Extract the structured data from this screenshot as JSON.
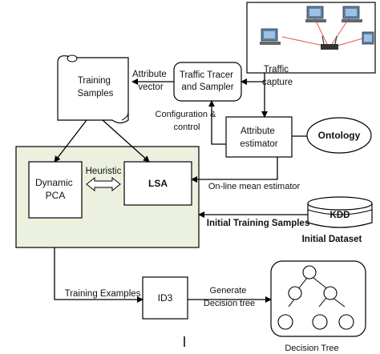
{
  "nodes": {
    "training_samples": "Training\nSamples",
    "traffic_tracer": "Traffic Tracer\nand Sampler",
    "attribute_estimator": "Attribute\nestimator",
    "ontology": "Ontology",
    "dynamic_pca": "Dynamic\nPCA",
    "lsa": "LSA",
    "kdd": "KDD",
    "id3": "ID3"
  },
  "edge_labels": {
    "attribute_vector": "Attribute\nvector",
    "traffic_capture": "Traffic\ncapture",
    "config_control": "Configuration &\ncontrol",
    "heuristic": "Heuristic",
    "online_mean": "On-line mean estimator",
    "initial_training": "Initial Training Samples",
    "training_examples": "Training Examples",
    "generate_tree": "Generate\nDecision tree"
  },
  "captions": {
    "initial_dataset": "Initial Dataset",
    "decision_tree": "Decision Tree"
  },
  "colors": {
    "panel_fill": "#ebf1de",
    "line": "#000000",
    "network_link": "#e05a5a",
    "monitor": "#5b7fa8"
  }
}
